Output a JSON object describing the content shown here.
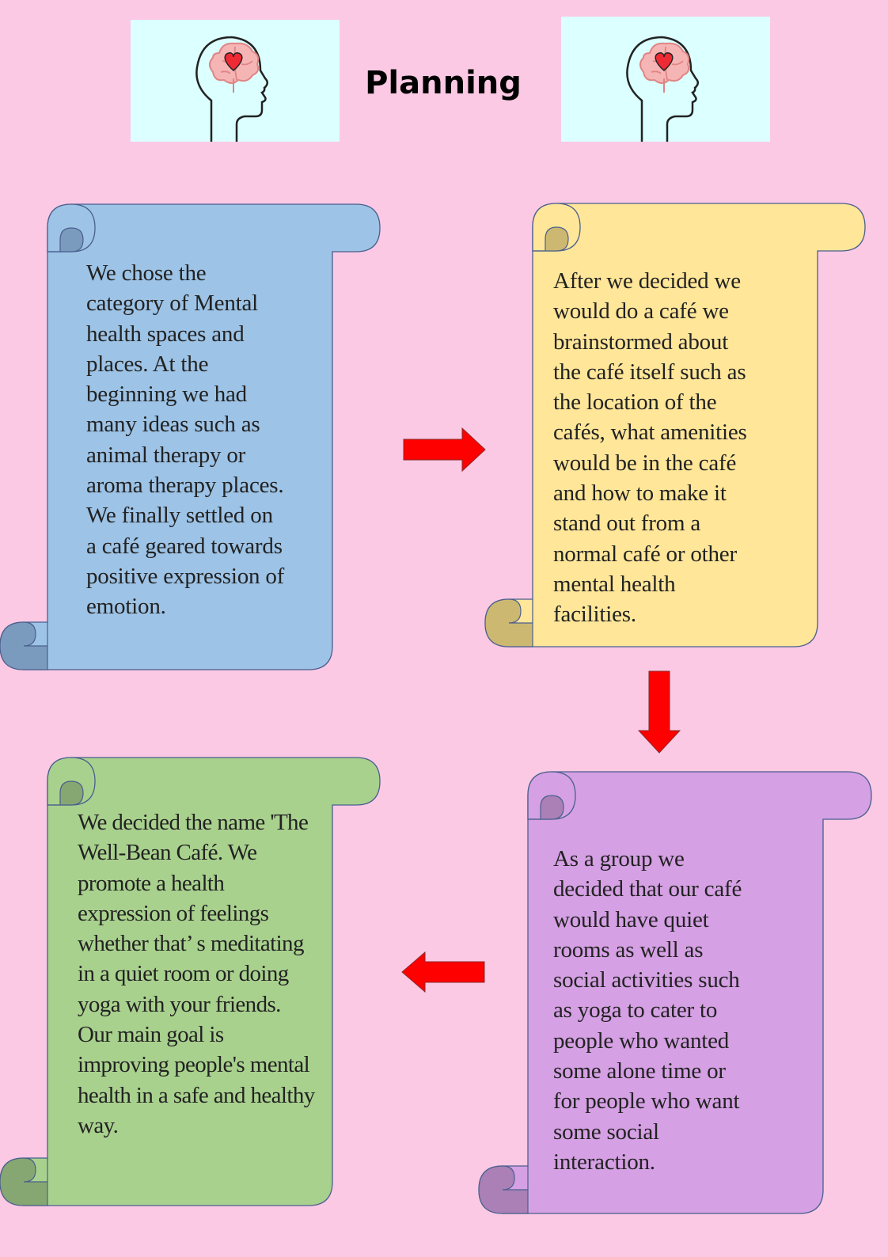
{
  "header": {
    "title": "Planning"
  },
  "icons": {
    "left": "brain-heart-head-icon",
    "right": "brain-heart-head-icon"
  },
  "colors": {
    "background": "#fbc9e4",
    "icon_panel": "#dcffff",
    "blue": "#9dc3e6",
    "yellow": "#ffe699",
    "purple": "#d5a0e4",
    "green": "#a9d18e",
    "arrow": "#ff0000"
  },
  "steps": [
    {
      "color": "blue",
      "text": "We chose the\ncategory of Mental\nhealth spaces and\nplaces. At the\nbeginning we had\nmany ideas such as\nanimal therapy or\naroma therapy places.\nWe finally settled on\na café geared towards\npositive expression of\nemotion."
    },
    {
      "color": "yellow",
      "text": "After we decided we\nwould do a café we\nbrainstormed about\nthe café itself such as\nthe location of the\ncafés, what amenities\nwould be in the café\nand how to make it\nstand out from a\nnormal café or other\nmental health\nfacilities."
    },
    {
      "color": "purple",
      "text": "As a group we\ndecided that our café\nwould have quiet\nrooms as well as\nsocial activities such\nas yoga to cater to\npeople who wanted\nsome alone time or\nfor people who want\nsome social\ninteraction."
    },
    {
      "color": "green",
      "text": "We decided the name 'The\nWell-Bean Café. We\npromote a health\nexpression of feelings\nwhether that’ s meditating\nin a quiet room or doing\nyoga with your friends.\nOur main goal is\nimproving people's mental\nhealth in a safe and healthy\nway."
    }
  ],
  "arrows": [
    "right",
    "down",
    "left"
  ]
}
